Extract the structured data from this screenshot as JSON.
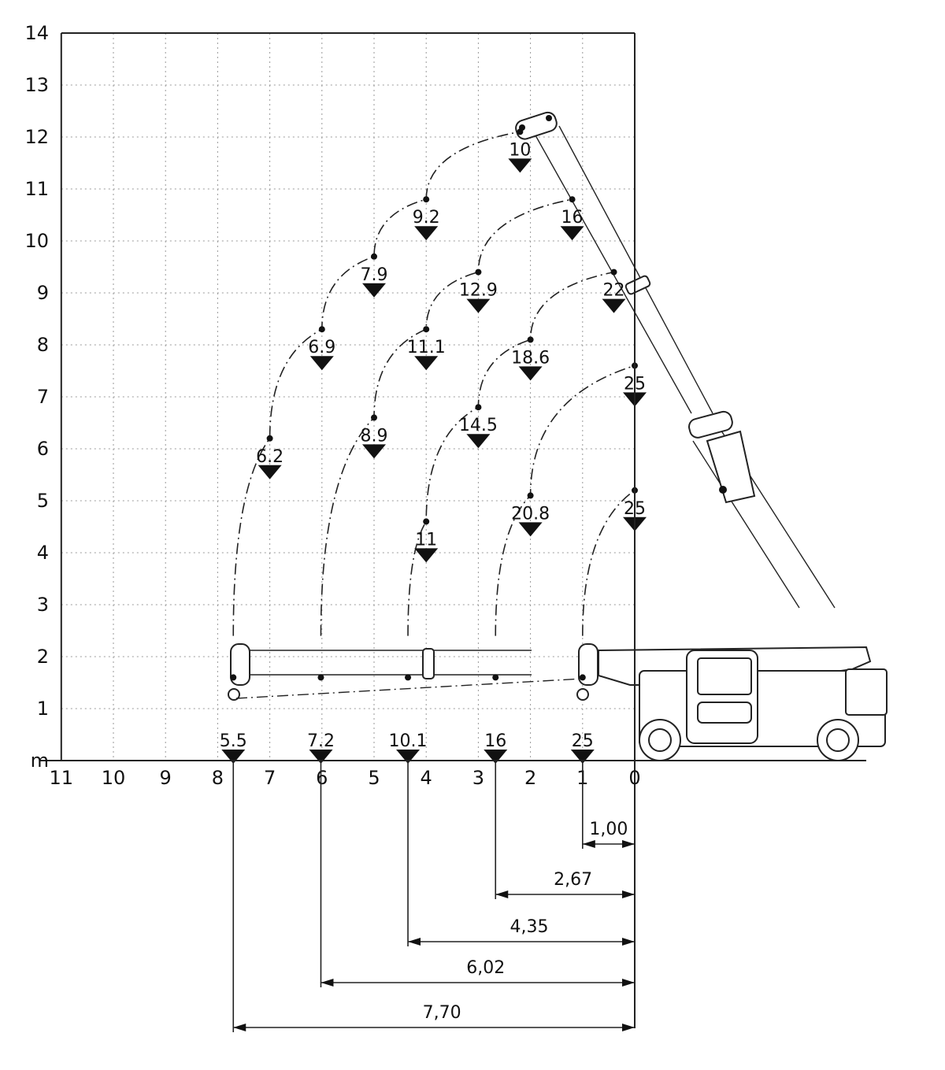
{
  "chart_data": {
    "type": "scatter",
    "title": "",
    "xlabel": "",
    "ylabel": "m",
    "xlim": [
      11,
      0
    ],
    "ylim": [
      0,
      14
    ],
    "grid": true,
    "x_ticks": [
      "11",
      "10",
      "9",
      "8",
      "7",
      "6",
      "5",
      "4",
      "3",
      "2",
      "1",
      "0"
    ],
    "y_ticks": [
      "1",
      "2",
      "3",
      "4",
      "5",
      "6",
      "7",
      "8",
      "9",
      "10",
      "11",
      "12",
      "13",
      "14"
    ],
    "y_unit_label": "m",
    "arcs": [
      {
        "name": "",
        "radius": "7,70",
        "ground_label": "5.5",
        "ground_x": 7.7,
        "points": [
          {
            "x": 7.0,
            "y": 6.2,
            "label": "6.2"
          },
          {
            "x": 6.0,
            "y": 8.3,
            "label": "6.9"
          },
          {
            "x": 5.0,
            "y": 9.7,
            "label": "7.9"
          },
          {
            "x": 4.0,
            "y": 10.8,
            "label": "9.2"
          },
          {
            "x": 2.2,
            "y": 12.1,
            "label": "10"
          }
        ]
      },
      {
        "name": "",
        "radius": "6,02",
        "ground_label": "7.2",
        "ground_x": 6.02,
        "points": [
          {
            "x": 5.0,
            "y": 6.6,
            "label": "8.9"
          },
          {
            "x": 4.0,
            "y": 8.3,
            "label": "11.1"
          },
          {
            "x": 3.0,
            "y": 9.4,
            "label": "12.9"
          },
          {
            "x": 1.2,
            "y": 10.8,
            "label": "16"
          }
        ]
      },
      {
        "name": "",
        "radius": "4,35",
        "ground_label": "10.1",
        "ground_x": 4.35,
        "points": [
          {
            "x": 4.0,
            "y": 4.6,
            "label": "11"
          },
          {
            "x": 3.0,
            "y": 6.8,
            "label": "14.5"
          },
          {
            "x": 2.0,
            "y": 8.1,
            "label": "18.6"
          },
          {
            "x": 0.4,
            "y": 9.4,
            "label": "22"
          }
        ]
      },
      {
        "name": "",
        "radius": "2,67",
        "ground_label": "16",
        "ground_x": 2.67,
        "points": [
          {
            "x": 2.0,
            "y": 5.1,
            "label": "20.8"
          },
          {
            "x": 0.0,
            "y": 7.6,
            "label": "25"
          }
        ]
      },
      {
        "name": "",
        "radius": "1,00",
        "ground_label": "25",
        "ground_x": 1.0,
        "points": [
          {
            "x": 0.0,
            "y": 5.2,
            "label": "25"
          }
        ]
      }
    ],
    "dimensions": [
      {
        "value": 1.0,
        "label": "1,00"
      },
      {
        "value": 2.67,
        "label": "2,67"
      },
      {
        "value": 4.35,
        "label": "4,35"
      },
      {
        "value": 6.02,
        "label": "6,02"
      },
      {
        "value": 7.7,
        "label": "7,70"
      }
    ]
  }
}
